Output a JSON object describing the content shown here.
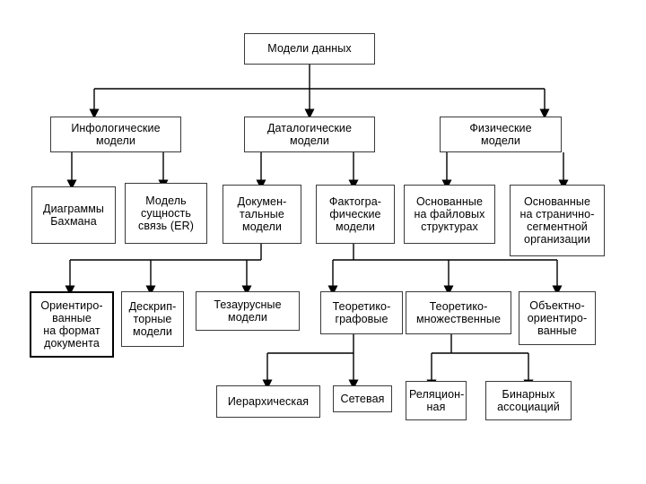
{
  "diagram": {
    "title": "Модели данных",
    "language": "ru",
    "type": "hierarchy-tree",
    "levels": 5,
    "colors": {
      "background": "#ffffff",
      "box_border": "#6b6b6b",
      "box_border_emphasis": "#000000",
      "edge": "#000000",
      "text": "#000000"
    },
    "nodes": {
      "root": "Модели данных",
      "l1_infologic": "Инфологические\nмодели",
      "l1_datalogic": "Даталогические\nмодели",
      "l1_physical": "Физические\nмодели",
      "l2_bachman": "Диаграммы\nБахмана",
      "l2_er": "Модель\nсущность\nсвязь (ER)",
      "l2_document": "Докумен-\nтальные\nмодели",
      "l2_factograph": "Фактогра-\nфические\nмодели",
      "l2_file": "Основанные\nна файловых\nструктурах",
      "l2_page_segment": "Основанные\nна странично-\nсегментной\nорганизации",
      "l3_format_oriented": "Ориентиро-\nванные\nна формат\nдокумента",
      "l3_descriptor": "Дескрип-\nторные\nмодели",
      "l3_thesaurus": "Тезаурусные\nмодели",
      "l3_graph_theory": "Теоретико-\nграфовые",
      "l3_set_theory": "Теоретико-\nмножественные",
      "l3_object_oriented": "Объектно-\nориентиро-\nванные",
      "l4_hierarchical": "Иерархическая",
      "l4_network": "Сетевая",
      "l4_relational": "Реляцион-\nная",
      "l4_binary": "Бинарных\nассоциаций"
    }
  }
}
